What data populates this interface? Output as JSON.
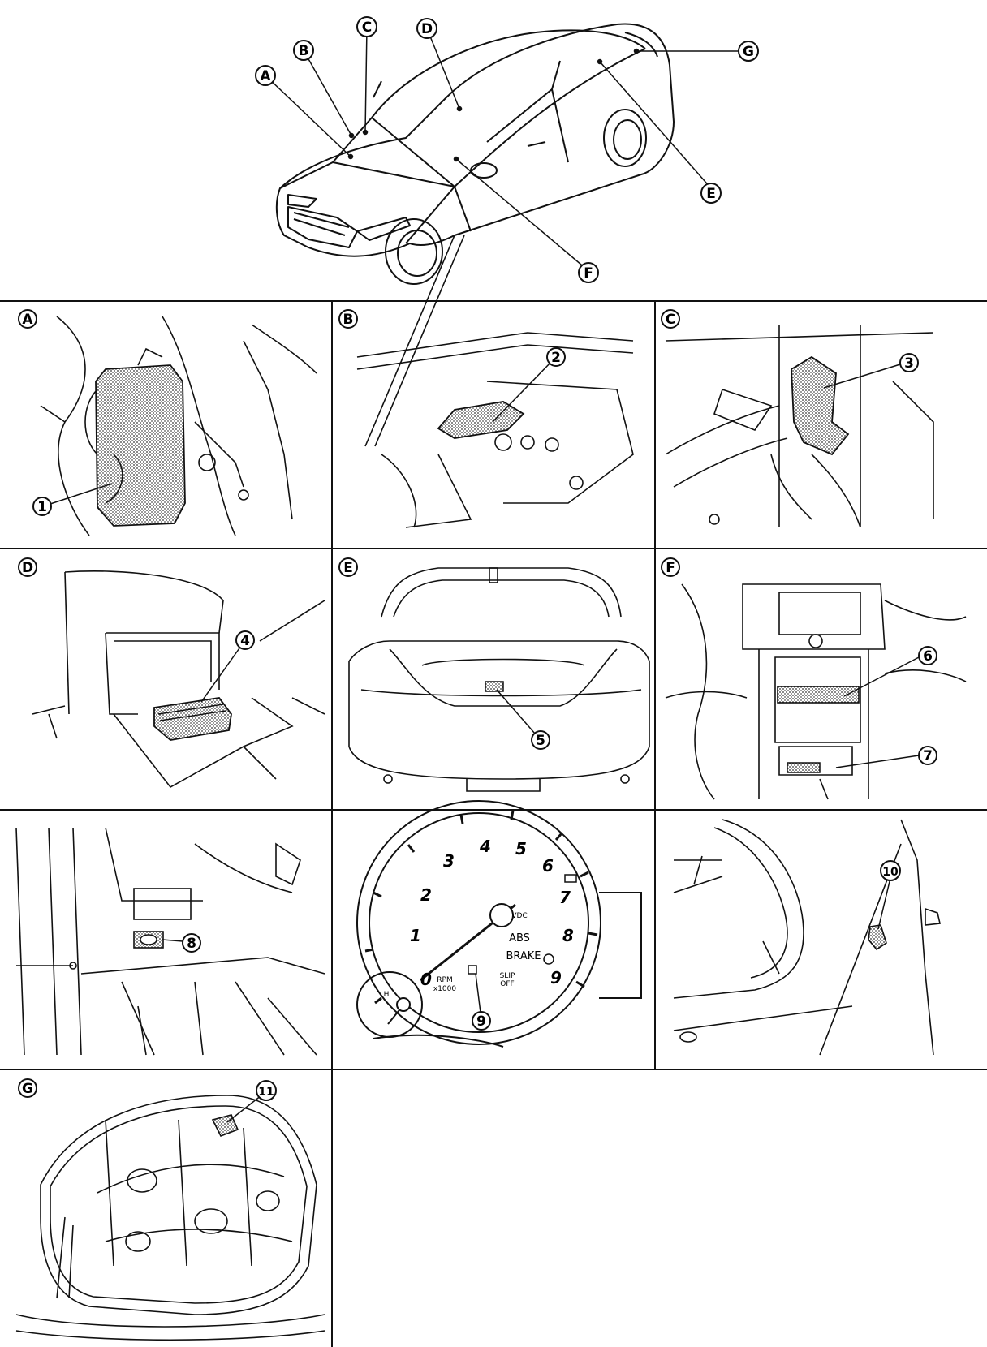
{
  "overview_labels": [
    "A",
    "B",
    "C",
    "D",
    "E",
    "F",
    "G"
  ],
  "panels": [
    {
      "letter": "A",
      "callouts": [
        "1"
      ]
    },
    {
      "letter": "B",
      "callouts": [
        "2"
      ]
    },
    {
      "letter": "C",
      "callouts": [
        "3"
      ]
    },
    {
      "letter": "D",
      "callouts": [
        "4"
      ]
    },
    {
      "letter": "E",
      "callouts": [
        "5"
      ]
    },
    {
      "letter": "F",
      "callouts": [
        "6",
        "7"
      ]
    },
    {
      "letter": "",
      "callouts": [
        "8"
      ]
    },
    {
      "letter": "",
      "callouts": [
        "9"
      ]
    },
    {
      "letter": "",
      "callouts": [
        "10"
      ]
    },
    {
      "letter": "G",
      "callouts": [
        "11"
      ]
    }
  ],
  "gauge": {
    "numbers": [
      "0",
      "1",
      "2",
      "3",
      "4",
      "5",
      "6",
      "7",
      "8",
      "9"
    ],
    "rpm": "RPM",
    "rpm_unit": "x1000",
    "abs": "ABS",
    "brake": "BRAKE",
    "vdc": "VDC",
    "temp_h": "H",
    "check_text_1": "SLIP",
    "check_text_2": "OFF"
  },
  "colors": {
    "line": "#111111",
    "shade": "#9a9a9a",
    "paper": "#ffffff"
  }
}
